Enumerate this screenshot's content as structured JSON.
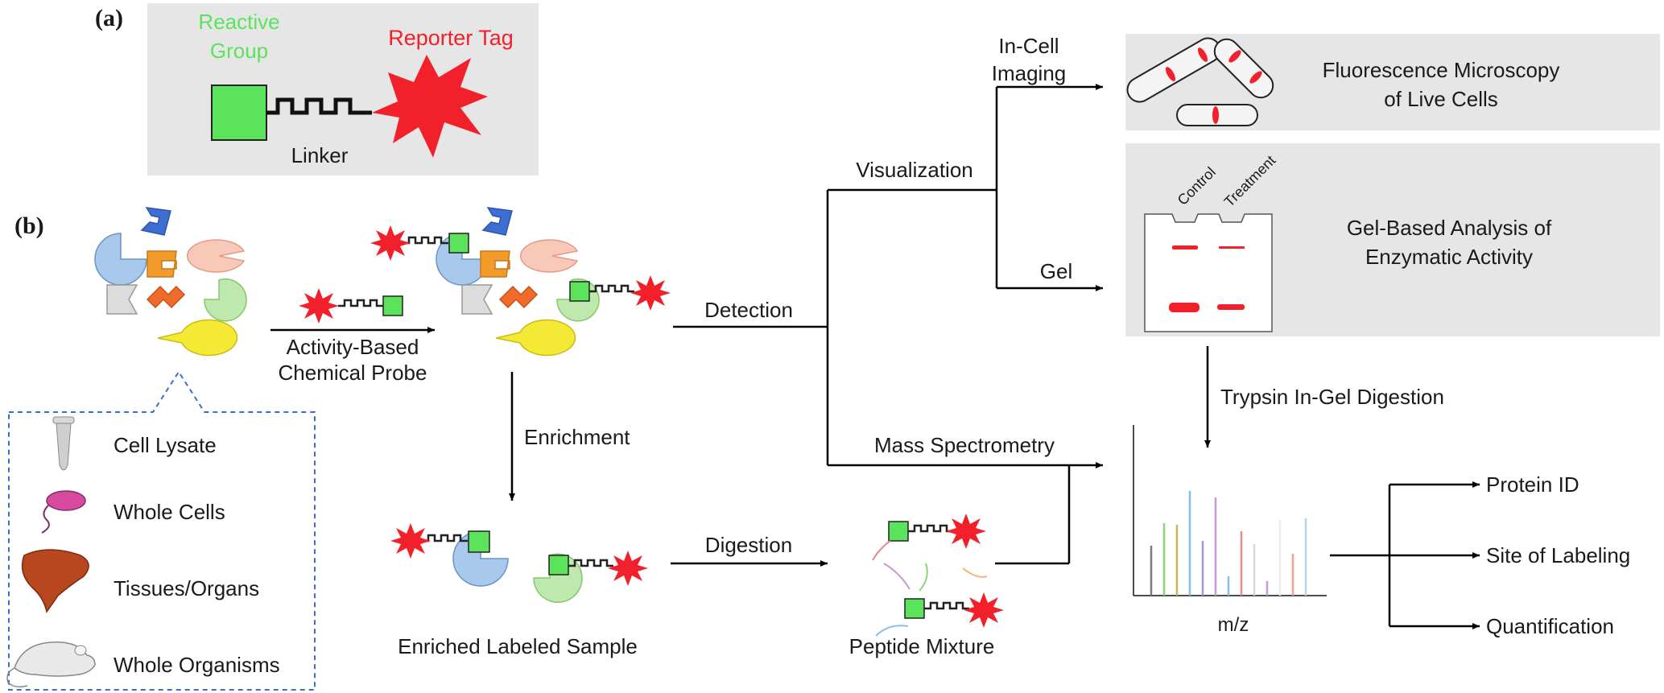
{
  "panel_a": {
    "label": "(a)",
    "reactive_group": "Reactive Group",
    "reporter_tag": "Reporter Tag",
    "linker": "Linker"
  },
  "panel_b": {
    "label": "(b)",
    "probe_label": "Activity-Based Chemical Probe",
    "enrichment": "Enrichment",
    "enriched_sample": "Enriched Labeled Sample",
    "digestion": "Digestion",
    "peptide_mixture": "Peptide Mixture",
    "detection": "Detection",
    "visualization": "Visualization",
    "in_cell_imaging": "In-Cell Imaging",
    "gel": "Gel",
    "mass_spectrometry": "Mass Spectrometry",
    "fluorescence": "Fluorescence Microscopy of Live Cells",
    "gel_analysis": "Gel-Based Analysis of Enzymatic Activity",
    "gel_lanes": [
      "Control",
      "Treatment"
    ],
    "trypsin": "Trypsin In-Gel Digestion",
    "mz": "m/z",
    "outputs": [
      "Protein ID",
      "Site of Labeling",
      "Quantification"
    ],
    "sources": [
      "Cell Lysate",
      "Whole Cells",
      "Tissues/Organs",
      "Whole Organisms"
    ]
  },
  "colors": {
    "reactive_green": "#5be35b",
    "reporter_red": "#f1202a",
    "panel_gray": "#e6e6e6",
    "box_border": "#3a6fc9"
  }
}
